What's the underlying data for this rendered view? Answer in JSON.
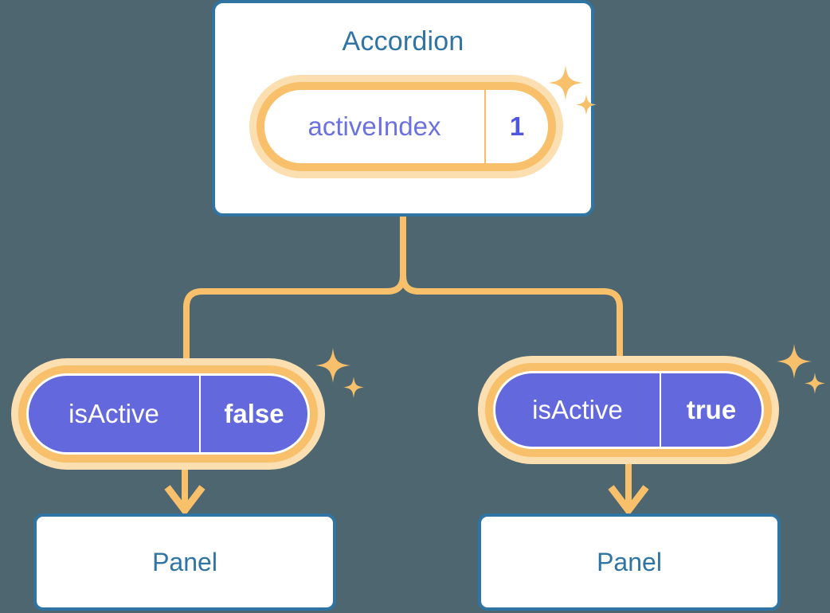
{
  "theme": {
    "background": "#4d6670",
    "card_border": "#2f74a3",
    "card_fill": "#ffffff",
    "title_text": "#2f74a3",
    "accent_orange": "#f8c06a",
    "accent_orange_glow": "#fbdfb0",
    "state_purple": "#6368dc",
    "key_text_purple": "#6c71e0",
    "value_text_purple": "#5157dd",
    "white_text": "#ffffff"
  },
  "root": {
    "title": "Accordion",
    "state": {
      "key": "activeIndex",
      "value": "1"
    }
  },
  "branches": [
    {
      "state": {
        "key": "isActive",
        "value": "false"
      },
      "panel": {
        "title": "Panel"
      }
    },
    {
      "state": {
        "key": "isActive",
        "value": "true"
      },
      "panel": {
        "title": "Panel"
      }
    }
  ],
  "icons": {
    "sparkle_large": "sparkle-icon",
    "sparkle_small": "sparkle-small-icon",
    "arrow_down": "arrow-down-icon"
  }
}
